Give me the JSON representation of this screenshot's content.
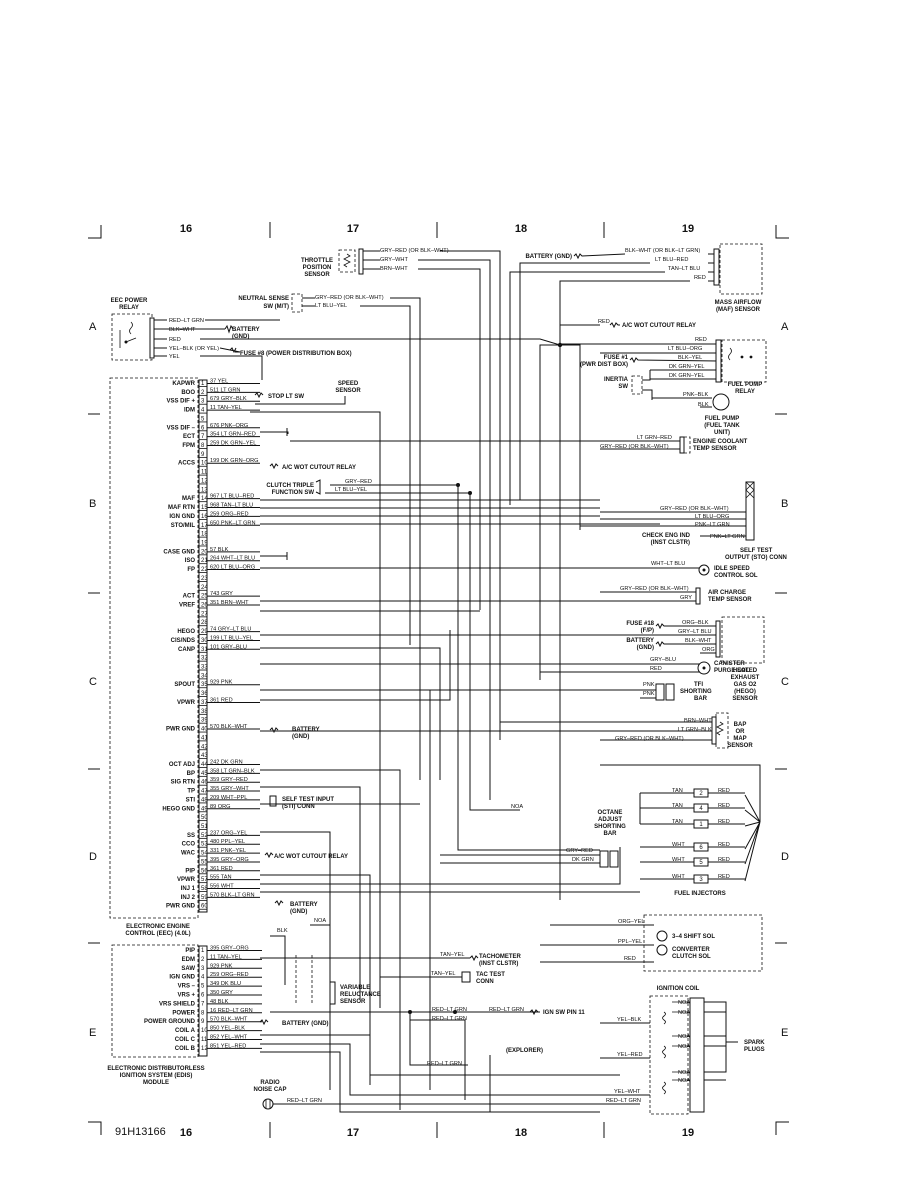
{
  "zones_top": [
    "16",
    "17",
    "18",
    "19"
  ],
  "zones_bottom": [
    "16",
    "17",
    "18",
    "19"
  ],
  "rows": [
    "A",
    "B",
    "C",
    "D",
    "E"
  ],
  "figure_id": "91H13166",
  "eec_relay": {
    "title_l1": "EEC POWER",
    "title_l2": "RELAY",
    "wires": [
      "RED–LT GRN",
      "BLK–WHT",
      "RED",
      "YEL–BLK (OR YEL)",
      "YEL"
    ],
    "battery_l1": "BATTERY",
    "battery_l2": "(GND)",
    "fuse": "FUSE #8 (POWER DISTRIBUTION BOX)"
  },
  "top_components": {
    "tps": {
      "l1": "THROTTLE",
      "l2": "POSITION",
      "l3": "SENSOR",
      "wires": [
        "GRY–RED (OR BLK–WHT)",
        "GRY–WHT",
        "BRN–WHT"
      ]
    },
    "neutral_sense": {
      "l1": "NEUTRAL SENSE",
      "l2": "SW (M/T)",
      "wires": [
        "GRY–RED (OR BLK–WHT)",
        "LT BLU–YEL"
      ]
    },
    "maf": {
      "battery": "BATTERY (GND)",
      "wires": [
        "BLK–WHT (OR BLK–LT GRN)",
        "LT BLU–RED",
        "TAN–LT BLU",
        "RED"
      ],
      "l1": "MASS AIRFLOW",
      "l2": "(MAF) SENSOR"
    },
    "ac_relay": "A/C WOT CUTOUT RELAY",
    "ac_relay_wire": "RED",
    "fuel_pump": {
      "fuse_l1": "FUSE #1",
      "fuse_l2": "(PWR DIST BOX)",
      "inertia_l1": "INERTIA",
      "inertia_l2": "SW",
      "wires": [
        "RED",
        "LT BLU–ORG",
        "BLK–YEL",
        "DK GRN–YEL",
        "DK GRN–YEL"
      ],
      "pump_wires": [
        "PNK–BLK",
        "BLK"
      ],
      "relay_l1": "FUEL PUMP",
      "relay_l2": "RELAY",
      "tank_l1": "FUEL PUMP",
      "tank_l2": "(FUEL TANK",
      "tank_l3": "UNIT)"
    },
    "ect": {
      "wires": [
        "LT GRN–RED",
        "GRY–RED (OR BLK–WHT)"
      ],
      "l1": "ENGINE COOLANT",
      "l2": "TEMP SENSOR"
    }
  },
  "eec_pins": [
    {
      "n": "1",
      "name": "KAPWR",
      "wire": "37 YEL"
    },
    {
      "n": "2",
      "name": "BOO",
      "wire": "511 LT GRN"
    },
    {
      "n": "3",
      "name": "VSS DIF +",
      "wire": "679 GRY–BLK"
    },
    {
      "n": "4",
      "name": "IDM",
      "wire": "11 TAN–YEL"
    },
    {
      "n": "5",
      "name": "",
      "wire": ""
    },
    {
      "n": "6",
      "name": "VSS DIF –",
      "wire": "676 PNK–ORG"
    },
    {
      "n": "7",
      "name": "ECT",
      "wire": "354 LT GRN–RED"
    },
    {
      "n": "8",
      "name": "FPM",
      "wire": "259 DK GRN–YEL"
    },
    {
      "n": "9",
      "name": "",
      "wire": ""
    },
    {
      "n": "10",
      "name": "ACCS",
      "wire": "199 DK GRN–ORG"
    },
    {
      "n": "11",
      "name": "",
      "wire": ""
    },
    {
      "n": "12",
      "name": "",
      "wire": ""
    },
    {
      "n": "13",
      "name": "",
      "wire": ""
    },
    {
      "n": "14",
      "name": "MAF",
      "wire": "967 LT BLU–RED"
    },
    {
      "n": "15",
      "name": "MAF RTN",
      "wire": "968 TAN–LT BLU"
    },
    {
      "n": "16",
      "name": "IGN GND",
      "wire": "259 ORG–RED"
    },
    {
      "n": "17",
      "name": "STO/MIL",
      "wire": "650 PNK–LT GRN"
    },
    {
      "n": "18",
      "name": "",
      "wire": ""
    },
    {
      "n": "19",
      "name": "",
      "wire": ""
    },
    {
      "n": "20",
      "name": "CASE GND",
      "wire": "57 BLK"
    },
    {
      "n": "21",
      "name": "ISO",
      "wire": "264 WHT–LT BLU"
    },
    {
      "n": "22",
      "name": "FP",
      "wire": "620 LT BLU–ORG"
    },
    {
      "n": "23",
      "name": "",
      "wire": ""
    },
    {
      "n": "24",
      "name": "",
      "wire": ""
    },
    {
      "n": "25",
      "name": "ACT",
      "wire": "743 GRY"
    },
    {
      "n": "26",
      "name": "VREF",
      "wire": "351 BRN–WHT"
    },
    {
      "n": "27",
      "name": "",
      "wire": ""
    },
    {
      "n": "28",
      "name": "",
      "wire": ""
    },
    {
      "n": "29",
      "name": "HEGO",
      "wire": "74 GRY–LT BLU"
    },
    {
      "n": "30",
      "name": "CIS/NDS",
      "wire": "199 LT BLU–YEL"
    },
    {
      "n": "31",
      "name": "CANP",
      "wire": "101 GRY–BLU"
    },
    {
      "n": "32",
      "name": "",
      "wire": ""
    },
    {
      "n": "33",
      "name": "",
      "wire": ""
    },
    {
      "n": "34",
      "name": "",
      "wire": ""
    },
    {
      "n": "35",
      "name": "SPOUT",
      "wire": "929 PNK"
    },
    {
      "n": "36",
      "name": "",
      "wire": ""
    },
    {
      "n": "37",
      "name": "VPWR",
      "wire": "361 RED"
    },
    {
      "n": "38",
      "name": "",
      "wire": ""
    },
    {
      "n": "39",
      "name": "",
      "wire": ""
    },
    {
      "n": "40",
      "name": "PWR GND",
      "wire": "570 BLK–WHT"
    },
    {
      "n": "41",
      "name": "",
      "wire": ""
    },
    {
      "n": "42",
      "name": "",
      "wire": ""
    },
    {
      "n": "43",
      "name": "",
      "wire": ""
    },
    {
      "n": "44",
      "name": "OCT ADJ",
      "wire": "242 DK GRN"
    },
    {
      "n": "45",
      "name": "BP",
      "wire": "358 LT GRN–BLK"
    },
    {
      "n": "46",
      "name": "SIG RTN",
      "wire": "359 GRY–RED"
    },
    {
      "n": "47",
      "name": "TP",
      "wire": "355 GRY–WHT"
    },
    {
      "n": "48",
      "name": "STI",
      "wire": "209 WHT–PPL"
    },
    {
      "n": "49",
      "name": "HEGO GND",
      "wire": "89 ORG"
    },
    {
      "n": "50",
      "name": "",
      "wire": ""
    },
    {
      "n": "51",
      "name": "",
      "wire": ""
    },
    {
      "n": "52",
      "name": "SS",
      "wire": "237 ORG–YEL"
    },
    {
      "n": "53",
      "name": "CCO",
      "wire": "480 PPL–YEL"
    },
    {
      "n": "54",
      "name": "WAC",
      "wire": "331 PNK–YEL"
    },
    {
      "n": "55",
      "name": "",
      "wire": "395 GRY–ORG"
    },
    {
      "n": "56",
      "name": "PIP",
      "wire": "361 RED"
    },
    {
      "n": "57",
      "name": "VPWR",
      "wire": "555 TAN"
    },
    {
      "n": "58",
      "name": "INJ 1",
      "wire": "556 WHT"
    },
    {
      "n": "59",
      "name": "INJ 2",
      "wire": "570 BLK–LT GRN"
    },
    {
      "n": "60",
      "name": "PWR GND",
      "wire": ""
    }
  ],
  "eec_module": {
    "l1": "ELECTRONIC ENGINE",
    "l2": "CONTROL (EEC) (4.0L)"
  },
  "eec_side": {
    "stop_lt_sw": "STOP LT SW",
    "speed_l1": "SPEED",
    "speed_l2": "SENSOR",
    "ac_relay": "A/C WOT CUTOUT RELAY",
    "clutch_l1": "CLUTCH TRIPLE",
    "clutch_l2": "FUNCTION SW",
    "clutch_wires": [
      "GRY–RED",
      "LT BLU–YEL"
    ],
    "battery_l1": "BATTERY",
    "battery_l2": "(GND)",
    "sti_l1": "SELF TEST INPUT",
    "sti_l2": "(STI) CONN",
    "ac_relay2": "A/C WOT CUTOUT RELAY",
    "battery2_l1": "BATTERY",
    "battery2_l2": "(GND)"
  },
  "right_components": {
    "self_test": {
      "wires": [
        "GRY–RED (OR BLK–WHT)",
        "LT BLU–ORG",
        "PNK–LT GRN",
        "PNK–LT GRN"
      ],
      "check_l1": "CHECK ENG IND",
      "check_l2": "(INST CLSTR)",
      "l1": "SELF TEST",
      "l2": "OUTPUT (STO) CONN"
    },
    "isc": {
      "wire": "WHT–LT BLU",
      "l1": "IDLE SPEED",
      "l2": "CONTROL SOL"
    },
    "act": {
      "wires": [
        "GRY–RED (OR BLK–WHT)",
        "GRY"
      ],
      "l1": "AIR CHARGE",
      "l2": "TEMP SENSOR"
    },
    "hego": {
      "fuse": "FUSE #18",
      "fuse2": "(F/P)",
      "battery": "BATTERY",
      "gnd": "(GND)",
      "wires": [
        "ORG–BLK",
        "GRY–LT BLU",
        "BLK–WHT",
        "ORG"
      ],
      "l1": "HEATED",
      "l2": "EXHAUST",
      "l3": "GAS O2",
      "l4": "(HEGO)",
      "l5": "SENSOR"
    },
    "canister": {
      "wires": [
        "GRY–BLU",
        "RED"
      ],
      "l1": "CANISTER",
      "l2": "PURGE SOL"
    },
    "tfi_bar": {
      "wires": [
        "PNK",
        "PNK"
      ],
      "l1": "TFI",
      "l2": "SHORTING",
      "l3": "BAR"
    },
    "bap": {
      "wires": [
        "BRN–WHT",
        "LT GRN–BLK",
        "GRY–RED (OR BLK–WHT)"
      ],
      "l1": "BAP",
      "l2": "OR",
      "l3": "MAP",
      "l4": "SENSOR"
    },
    "injectors": {
      "tan": [
        "TAN",
        "TAN",
        "TAN"
      ],
      "wht": [
        "WHT",
        "WHT",
        "WHT"
      ],
      "nums": [
        "2",
        "4",
        "1",
        "6",
        "5",
        "3"
      ],
      "red": [
        "RED",
        "RED",
        "RED",
        "RED",
        "RED",
        "RED"
      ],
      "label": "FUEL INJECTORS"
    },
    "octane": {
      "l1": "OCTANE",
      "l2": "ADJUST",
      "l3": "SHORTING",
      "l4": "BAR",
      "wires": [
        "GRY–RED",
        "DK GRN"
      ]
    },
    "noa": "NOA",
    "shift_sol": {
      "wires": [
        "ORG–YEL",
        "PPL–YEL",
        "RED"
      ],
      "l1": "3–4 SHIFT SOL",
      "l2": "CONVERTER",
      "l3": "CLUTCH SOL"
    }
  },
  "edis_pins": [
    {
      "n": "1",
      "name": "PIP",
      "wire": "395 GRY–ORG"
    },
    {
      "n": "2",
      "name": "EDM",
      "wire": "11 TAN–YEL"
    },
    {
      "n": "3",
      "name": "SAW",
      "wire": "929 PNK"
    },
    {
      "n": "4",
      "name": "IGN GND",
      "wire": "259 ORG–RED"
    },
    {
      "n": "5",
      "name": "VRS –",
      "wire": "349 DK BLU"
    },
    {
      "n": "6",
      "name": "VRS +",
      "wire": "350 GRY"
    },
    {
      "n": "7",
      "name": "VRS SHIELD",
      "wire": "48 BLK"
    },
    {
      "n": "8",
      "name": "POWER",
      "wire": "16 RED–LT GRN"
    },
    {
      "n": "9",
      "name": "POWER GROUND",
      "wire": "570 BLK–WHT"
    },
    {
      "n": "10",
      "name": "COIL A",
      "wire": "850 YEL–BLK"
    },
    {
      "n": "11",
      "name": "COIL C",
      "wire": "852 YEL–WHT"
    },
    {
      "n": "12",
      "name": "COIL B",
      "wire": "851 YEL–RED"
    }
  ],
  "edis": {
    "blk": "BLK",
    "noa": "NOA",
    "tach_wire": "TAN–YEL",
    "tach_l1": "TACHOMETER",
    "tach_l2": "(INST CLSTR)",
    "tac_wire": "TAN–YEL",
    "tac_l1": "TAC TEST",
    "tac_l2": "CONN",
    "vrs_l1": "VARIABLE",
    "vrs_l2": "RELUCTANCE",
    "vrs_l3": "SENSOR",
    "red_lt_grn": [
      "RED–LT GRN",
      "RED–LT GRN",
      "RED–LT GRN",
      "RED–LT GRN",
      "RED–LT GRN"
    ],
    "ign_sw": "IGN SW PIN 11",
    "battery": "BATTERY (GND)",
    "explorer": "(EXPLORER)",
    "module_l1": "ELECTRONIC DISTRIBUTORLESS",
    "module_l2": "IGNITION SYSTEM (EDIS)",
    "module_l3": "MODULE",
    "radio_l1": "RADIO",
    "radio_l2": "NOISE CAP",
    "coil_title": "IGNITION COIL",
    "coil_noa": [
      "NOA",
      "NOA",
      "NOA",
      "NOA",
      "NOA",
      "NOA"
    ],
    "coil_wires": [
      "YEL–BLK",
      "YEL–RED",
      "YEL–WHT",
      "RED–LT GRN"
    ],
    "plugs_l1": "SPARK",
    "plugs_l2": "PLUGS"
  }
}
